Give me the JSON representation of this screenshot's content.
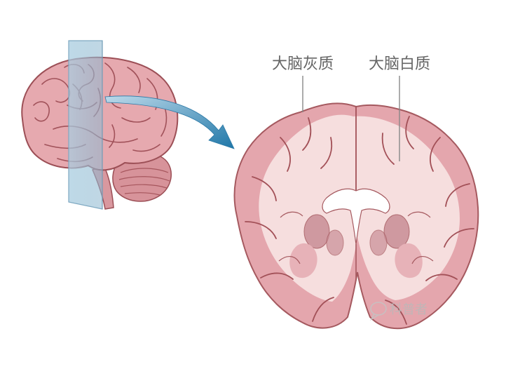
{
  "labels": {
    "gray_matter": "大脑灰质",
    "white_matter": "大脑白质"
  },
  "watermark": {
    "text": "科普者",
    "icon": "chat-bubble-icon"
  },
  "colors": {
    "background": "#ffffff",
    "gray_matter_fill": "#e4a6ad",
    "white_matter_fill": "#f6dede",
    "brain_outline": "#a5595f",
    "sulcus_line": "#a25057",
    "ventricle_fill": "#ffffff",
    "deep_nuclei": "#c98e96",
    "arrow_fill": "#2e86b4",
    "section_plane": "#9ec3d8",
    "label_text": "#666666",
    "leader_line": "#888888"
  }
}
